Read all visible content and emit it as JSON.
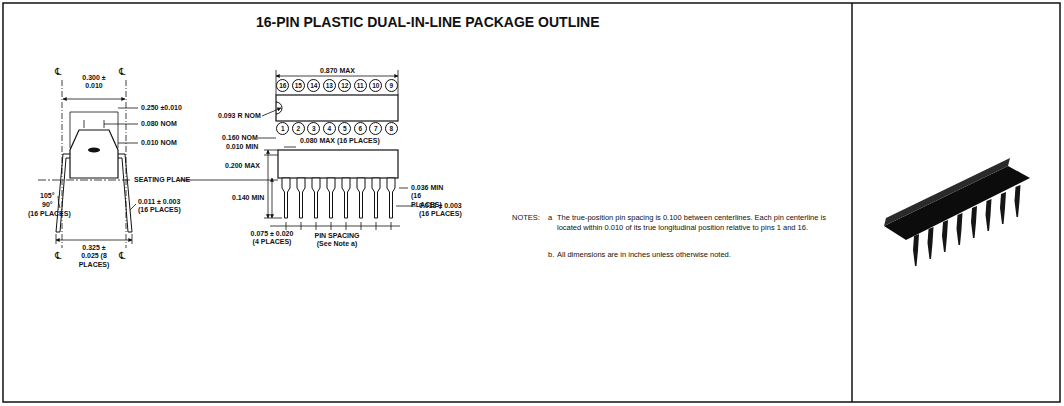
{
  "diagram": {
    "title": "16-PIN PLASTIC DUAL-IN-LINE PACKAGE OUTLINE",
    "nodes": [
      {
        "text": [
          "16"
        ]
      },
      {
        "text": [
          "15"
        ]
      },
      {
        "text": [
          "14"
        ]
      },
      {
        "text": [
          "13"
        ]
      },
      {
        "text": [
          "12"
        ]
      },
      {
        "text": [
          "11"
        ]
      },
      {
        "text": [
          "10"
        ]
      },
      {
        "text": [
          "9"
        ]
      },
      {
        "text": [
          "1"
        ]
      },
      {
        "text": [
          "2"
        ]
      },
      {
        "text": [
          "3"
        ]
      },
      {
        "text": [
          "4"
        ]
      },
      {
        "text": [
          "5"
        ]
      },
      {
        "text": [
          "6"
        ]
      },
      {
        "text": [
          "7"
        ]
      },
      {
        "text": [
          "8"
        ]
      }
    ],
    "labels": [
      "℄",
      "℄",
      "0.300 ± 0.010",
      "0.250 ±0.010",
      "0.080 NOM",
      "0.010 NOM",
      "SEATING PLANE",
      "105°",
      "90°",
      "(16 PLACES)",
      "0.011 ± 0.003 (16 PLACES)",
      "0.325 ± 0.025 (8 PLACES)",
      "℄",
      "℄",
      "0.870 MAX",
      "0.093 R NOM",
      "0.160 NOM",
      "0.080 MAX (16 PLACES)",
      "0.010 MIN",
      "0.200 MAX",
      "0.140 MIN",
      "0.036 MIN (16 PLACES)",
      "0.018 ± 0.003 (16 PLACES)",
      "0.075 ± 0.020 (4 PLACES)",
      "PIN SPACING (See Note a)",
      "NOTES:",
      "a",
      "The true-position pin spacing is 0.100 between centerlines. Each pin centerline is located within 0.010 of its true longitudinal position relative to pins 1 and 16.",
      "b.",
      "All dimensions are in inches unless otherwise noted."
    ]
  }
}
